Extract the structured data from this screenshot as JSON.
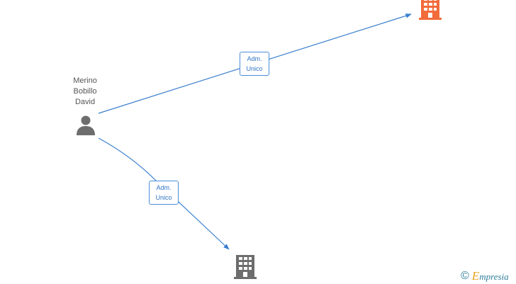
{
  "person": {
    "name_lines": [
      "Merino",
      "Bobillo",
      "David"
    ],
    "icon": "person-icon"
  },
  "companies": [
    {
      "icon": "building-icon",
      "color": "#f26b3a"
    },
    {
      "icon": "building-icon",
      "color": "#6d6d6d"
    }
  ],
  "relations": [
    {
      "label_lines": [
        "Adm.",
        "Unico"
      ]
    },
    {
      "label_lines": [
        "Adm.",
        "Unico"
      ]
    }
  ],
  "colors": {
    "edge": "#3a7fcf",
    "person": "#6d6d6d"
  },
  "watermark": {
    "symbol": "©",
    "brand": "Empresia"
  }
}
